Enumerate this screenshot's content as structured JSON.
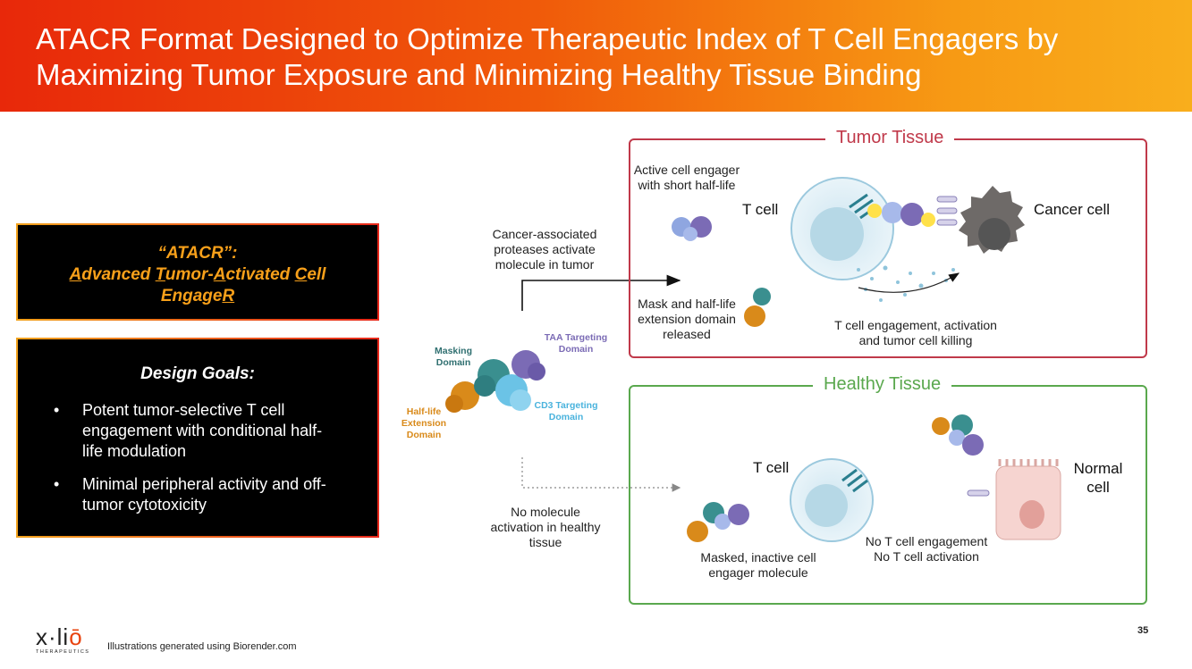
{
  "header": {
    "title_line1": "ATACR Format Designed to Optimize Therapeutic Index of T Cell Engagers by",
    "title_line2": "Maximizing Tumor Exposure and Minimizing Healthy Tissue Binding"
  },
  "atacr_box": {
    "line1": "“ATACR”:",
    "line2a_u": "A",
    "line2a": "dvanced ",
    "line2b_u": "T",
    "line2b": "umor-",
    "line2c_u": "A",
    "line2c": "ctivated ",
    "line2d_u": "C",
    "line2d": "ell",
    "line3": "Engage",
    "line3_u": "R"
  },
  "goals_box": {
    "title": "Design Goals:",
    "items": [
      "Potent tumor-selective T cell engagement with conditional half-life modulation",
      "Minimal peripheral activity and off-tumor cytotoxicity"
    ]
  },
  "molecule": {
    "masking": "Masking Domain",
    "taa": "TAA Targeting Domain",
    "halflife": "Half-life Extension Domain",
    "cd3": "CD3 Targeting Domain",
    "proteases": "Cancer-associated proteases activate molecule in tumor",
    "no_activation": "No molecule activation in healthy tissue"
  },
  "tumor_panel": {
    "label": "Tumor Tissue",
    "active": "Active cell engager with short half-life",
    "tcell": "T cell",
    "cancer": "Cancer cell",
    "mask_released": "Mask and half-life extension domain released",
    "engagement": "T cell engagement, activation and tumor cell killing"
  },
  "healthy_panel": {
    "label": "Healthy Tissue",
    "tcell": "T cell",
    "normal": "Normal cell",
    "masked": "Masked, inactive cell engager molecule",
    "no_engagement": "No T cell engagement No T cell activation"
  },
  "footer": {
    "note": "Illustrations generated using Biorender.com",
    "page": "35",
    "logo_word_a": "x·li",
    "logo_word_b": "ō",
    "logo_sub": "THERAPEUTICS"
  },
  "colors": {
    "header_start": "#e8280a",
    "header_end": "#f9ae1c",
    "tumor_border": "#c0394a",
    "healthy_border": "#5aa84e",
    "masking": "#3a8f8f",
    "taa": "#7b6bb5",
    "halflife": "#d98a1a",
    "cd3": "#6bc3e6"
  }
}
